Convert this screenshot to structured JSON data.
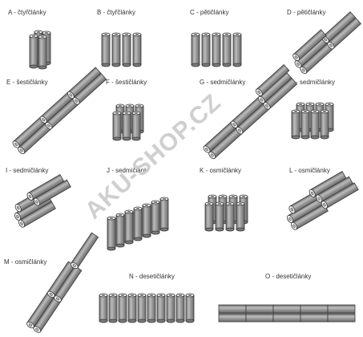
{
  "colors": {
    "cell_body": "#9a9a9a",
    "cell_shadow": "#6f6f6f",
    "cell_top": "#f2f2f2",
    "outline": "#3a3a3a",
    "watermark": "#cfcfcf"
  },
  "labels": {
    "A": "A - čtyřčlánky",
    "B": "B - čtyřčlánky",
    "C": "C - pětičlánky",
    "D": "D - pětičlánky",
    "E": "E - šestičlánky",
    "F": "F - šestičlánky",
    "G": "G - sedmičlánky",
    "H": "H - sedmičlánky",
    "I": "I - sedmičlánky",
    "J": "J - sedmičlánk",
    "K": "K - osmičlánky",
    "L": "L - osmičlánky",
    "M": "M - osmičlánky",
    "N": "N - desetičlánky",
    "O": "O - desetičlánky"
  },
  "watermark": "AKU-SHOP.CZ"
}
